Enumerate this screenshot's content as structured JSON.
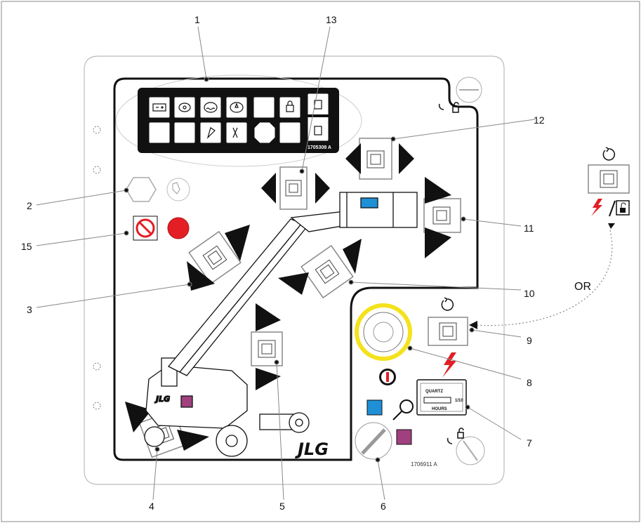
{
  "callouts": [
    "1",
    "2",
    "3",
    "4",
    "5",
    "6",
    "7",
    "8",
    "9",
    "10",
    "11",
    "12",
    "13",
    "15"
  ],
  "indicator_plate_part_no": "1705308 A",
  "panel_part_no": "1706911 A",
  "logo_panel": "JLG",
  "logo_machine": "JLG",
  "alternative_label": "OR",
  "hour_meter": {
    "brand": "QUARTZ",
    "unit": "HOURS",
    "tenths": "1/10"
  },
  "colors": {
    "outline": "#111111",
    "panel_fill": "#ffffff",
    "estop_ring": "#f4e21b",
    "estop_red": "#e31e24",
    "blue_button": "#1f8fd6",
    "purple_button": "#a0407f",
    "basket_blue": "#1f8fd6",
    "lightning_red": "#e31e24"
  },
  "icons": [
    "battery-icon",
    "oil-pressure-icon",
    "coolant-temp-icon",
    "oil-temp-icon",
    "engine-icon",
    "tilt-alarm-icon",
    "boom-icon",
    "key-icon",
    "lock-icon",
    "glow-plug-icon",
    "no-smoking-icon",
    "horn-icon",
    "start-icon"
  ]
}
